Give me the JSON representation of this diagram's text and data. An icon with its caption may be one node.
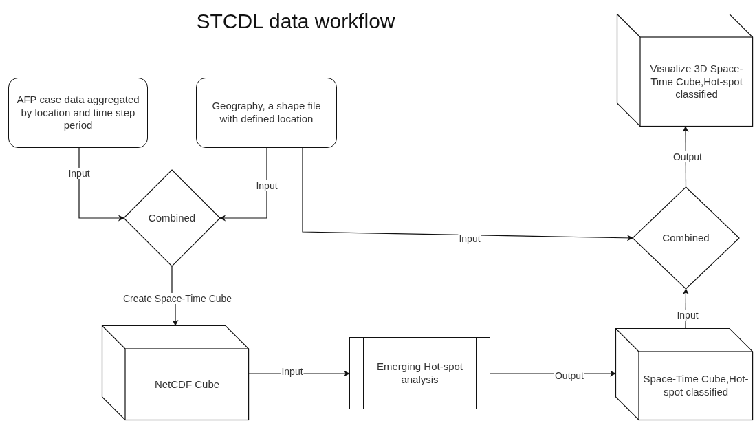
{
  "diagram": {
    "title": "STCDL data workflow",
    "nodes": [
      {
        "text": [
          "AFP case data aggregated by location and time step period"
        ]
      },
      {
        "text": [
          "Geography, a shape file with defined location"
        ]
      },
      {
        "text": [
          "Combined"
        ]
      },
      {
        "text": [
          "NetCDF Cube"
        ]
      },
      {
        "text": [
          "Emerging Hot-spot analysis"
        ]
      },
      {
        "text": [
          "Space-Time Cube,Hot-spot classified"
        ]
      },
      {
        "text": [
          "Combined"
        ]
      },
      {
        "text": [
          "Visualize 3D Space-Time Cube,Hot-spot classified"
        ]
      }
    ],
    "edges": [
      {
        "from": 0,
        "to": 2,
        "arrow": "to",
        "label": "Input"
      },
      {
        "from": 1,
        "to": 2,
        "arrow": "to",
        "label": "Input"
      },
      {
        "from": 1,
        "to": 6,
        "arrow": "to",
        "label": "Input"
      },
      {
        "from": 2,
        "to": 3,
        "arrow": "to",
        "label": "Create Space-Time Cube"
      },
      {
        "from": 3,
        "to": 4,
        "arrow": "to",
        "label": "Input"
      },
      {
        "from": 4,
        "to": 5,
        "arrow": "to",
        "label": "Output"
      },
      {
        "from": 5,
        "to": 6,
        "arrow": "to",
        "label": "Input"
      },
      {
        "from": 6,
        "to": 7,
        "arrow": "to",
        "label": "Output"
      }
    ]
  }
}
